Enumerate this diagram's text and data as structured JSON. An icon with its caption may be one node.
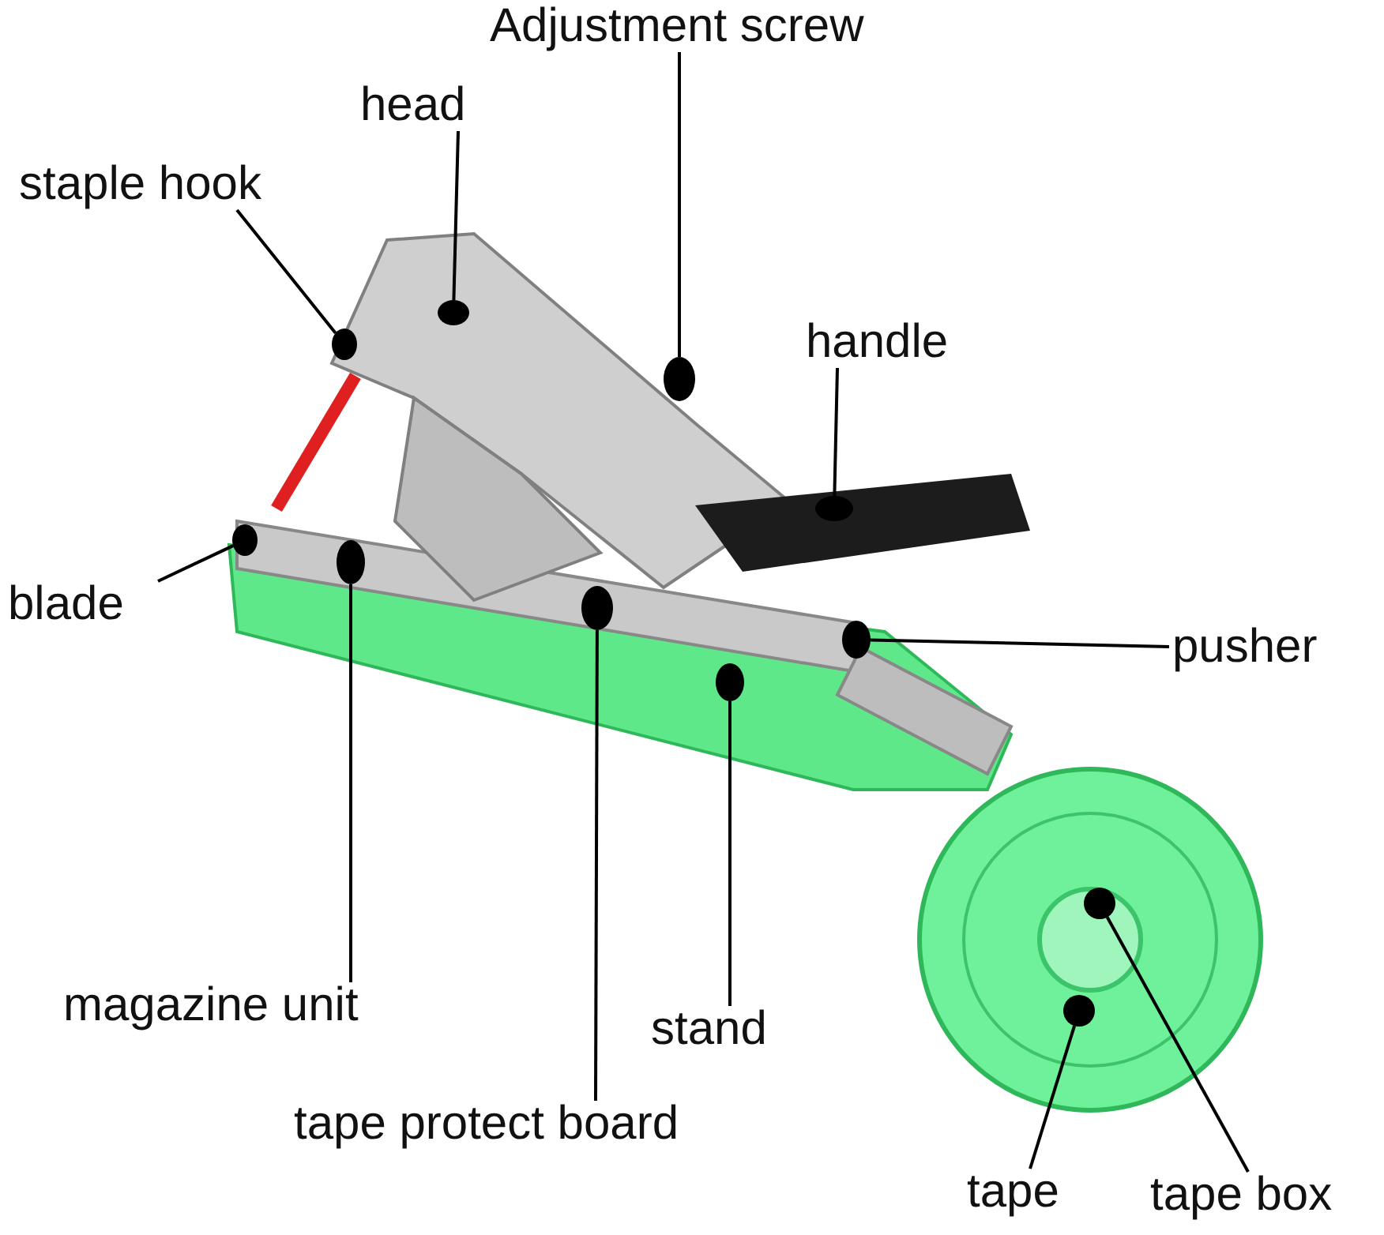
{
  "diagram": {
    "nodes": [
      {
        "text": [
          "Adjustment screw"
        ]
      },
      {
        "text": [
          "head"
        ]
      },
      {
        "text": [
          "staple hook"
        ]
      },
      {
        "text": [
          "handle"
        ]
      },
      {
        "text": [
          "blade"
        ]
      },
      {
        "text": [
          "pusher"
        ]
      },
      {
        "text": [
          "magazine unit"
        ]
      },
      {
        "text": [
          "stand"
        ]
      },
      {
        "text": [
          "tape protect board"
        ]
      },
      {
        "text": [
          "tape box"
        ]
      },
      {
        "text": [
          "tape"
        ]
      },
      {
        "text": [],
        "shape": "circle"
      },
      {
        "text": [],
        "shape": "circle"
      },
      {
        "text": [],
        "shape": "circle"
      },
      {
        "text": [],
        "shape": "circle"
      },
      {
        "text": [],
        "shape": "circle"
      },
      {
        "text": [],
        "shape": "circle"
      },
      {
        "text": [],
        "shape": "circle"
      },
      {
        "text": [],
        "shape": "circle"
      },
      {
        "text": [],
        "shape": "circle"
      },
      {
        "text": [],
        "shape": "circle"
      },
      {
        "text": [],
        "shape": "circle"
      }
    ],
    "edges": [
      {
        "from": 0,
        "to": 11,
        "arrow": "none"
      },
      {
        "from": 1,
        "to": 12,
        "arrow": "none"
      },
      {
        "from": 2,
        "to": 13,
        "arrow": "none"
      },
      {
        "from": 3,
        "to": 14,
        "arrow": "none"
      },
      {
        "from": 4,
        "to": 15,
        "arrow": "none"
      },
      {
        "from": 5,
        "to": 16,
        "arrow": "none"
      },
      {
        "from": 6,
        "to": 17,
        "arrow": "none"
      },
      {
        "from": 7,
        "to": 18,
        "arrow": "none"
      },
      {
        "from": 8,
        "to": 19,
        "arrow": "none"
      },
      {
        "from": 9,
        "to": 20,
        "arrow": "none"
      },
      {
        "from": 10,
        "to": 21,
        "arrow": "none"
      }
    ]
  }
}
